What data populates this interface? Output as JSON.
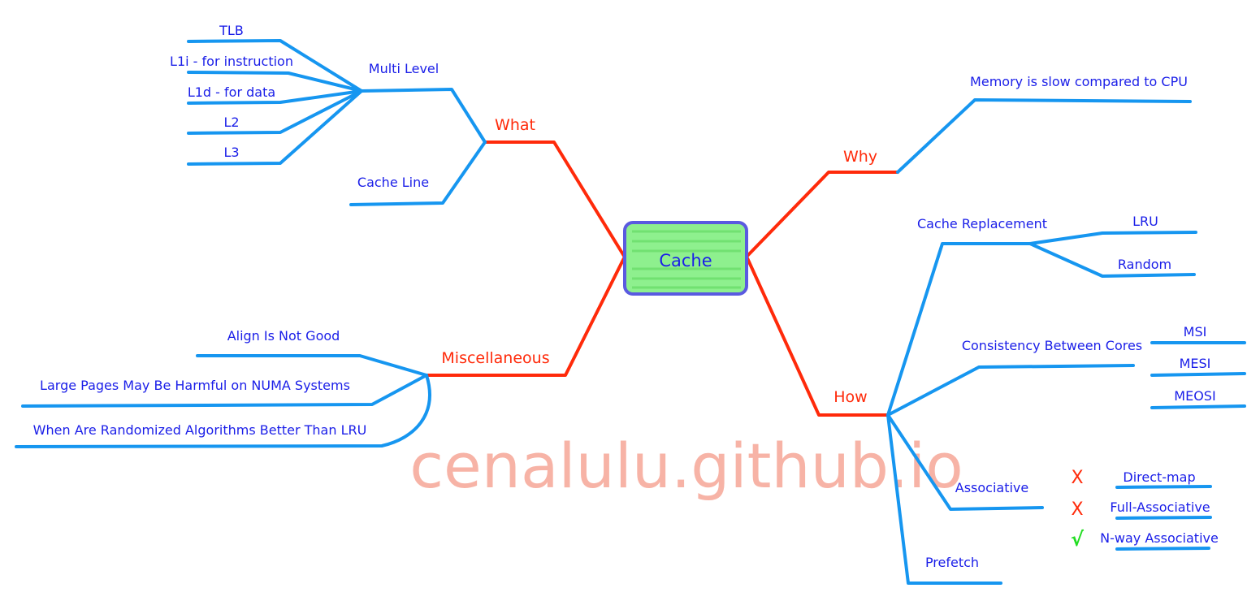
{
  "center": {
    "label": "Cache"
  },
  "watermark": "cenalulu.github.io",
  "colors": {
    "main_branch": "#ff2a0a",
    "sub_branch": "#1696f0",
    "node_text": "#1a1ee8",
    "center_fill": "#8ef08e",
    "center_border": "#5a5ae0",
    "watermark": "#f7b3a6",
    "mark_no": "#ff2a0a",
    "mark_yes": "#22dd22"
  },
  "branches": {
    "what": {
      "label": "What",
      "multi_level": {
        "label": "Multi Level",
        "items": [
          "TLB",
          "L1i - for instruction",
          "L1d - for data",
          "L2",
          "L3"
        ]
      },
      "cache_line": "Cache Line"
    },
    "why": {
      "label": "Why",
      "items": [
        "Memory is slow compared to CPU"
      ]
    },
    "how": {
      "label": "How",
      "cache_replacement": {
        "label": "Cache Replacement",
        "items": [
          "LRU",
          "Random"
        ]
      },
      "consistency": {
        "label": "Consistency Between Cores",
        "items": [
          "MSI",
          "MESI",
          "MEOSI"
        ]
      },
      "associative": {
        "label": "Associative",
        "items": [
          {
            "label": "Direct-map",
            "mark": "X",
            "mark_icon": "cross-icon"
          },
          {
            "label": "Full-Associative",
            "mark": "X",
            "mark_icon": "cross-icon"
          },
          {
            "label": "N-way Associative",
            "mark": "√",
            "mark_icon": "check-icon"
          }
        ]
      },
      "prefetch": "Prefetch"
    },
    "misc": {
      "label": "Miscellaneous",
      "items": [
        "Align Is Not Good",
        "Large Pages May Be Harmful on NUMA Systems",
        "When Are Randomized Algorithms Better Than LRU"
      ]
    }
  }
}
